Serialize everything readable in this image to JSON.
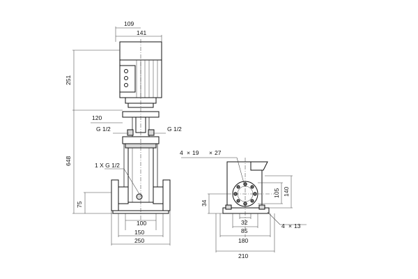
{
  "front_view": {
    "dim_top_109": "109",
    "dim_top_141": "141",
    "dim_height_251": "251",
    "dim_height_648": "648",
    "dim_height_75": "75",
    "dim_width_120": "120",
    "dim_width_100": "100",
    "dim_width_150": "150",
    "dim_width_250": "250",
    "label_g_left": "G 1/2",
    "label_g_right": "G 1/2",
    "label_drain": "1 X G 1/2"
  },
  "side_view": {
    "label_holes_top_count": "4",
    "label_holes_top_x": "×",
    "label_holes_top_19": "19",
    "label_holes_top_x2": "×",
    "label_holes_top_27": "27",
    "dim_140": "140",
    "dim_105": "105",
    "dim_34": "34",
    "dim_32": "32",
    "dim_85": "85",
    "dim_180": "180",
    "dim_210": "210",
    "label_holes_base_count": "4",
    "label_holes_base_x": "×",
    "label_holes_base_13": "13"
  }
}
